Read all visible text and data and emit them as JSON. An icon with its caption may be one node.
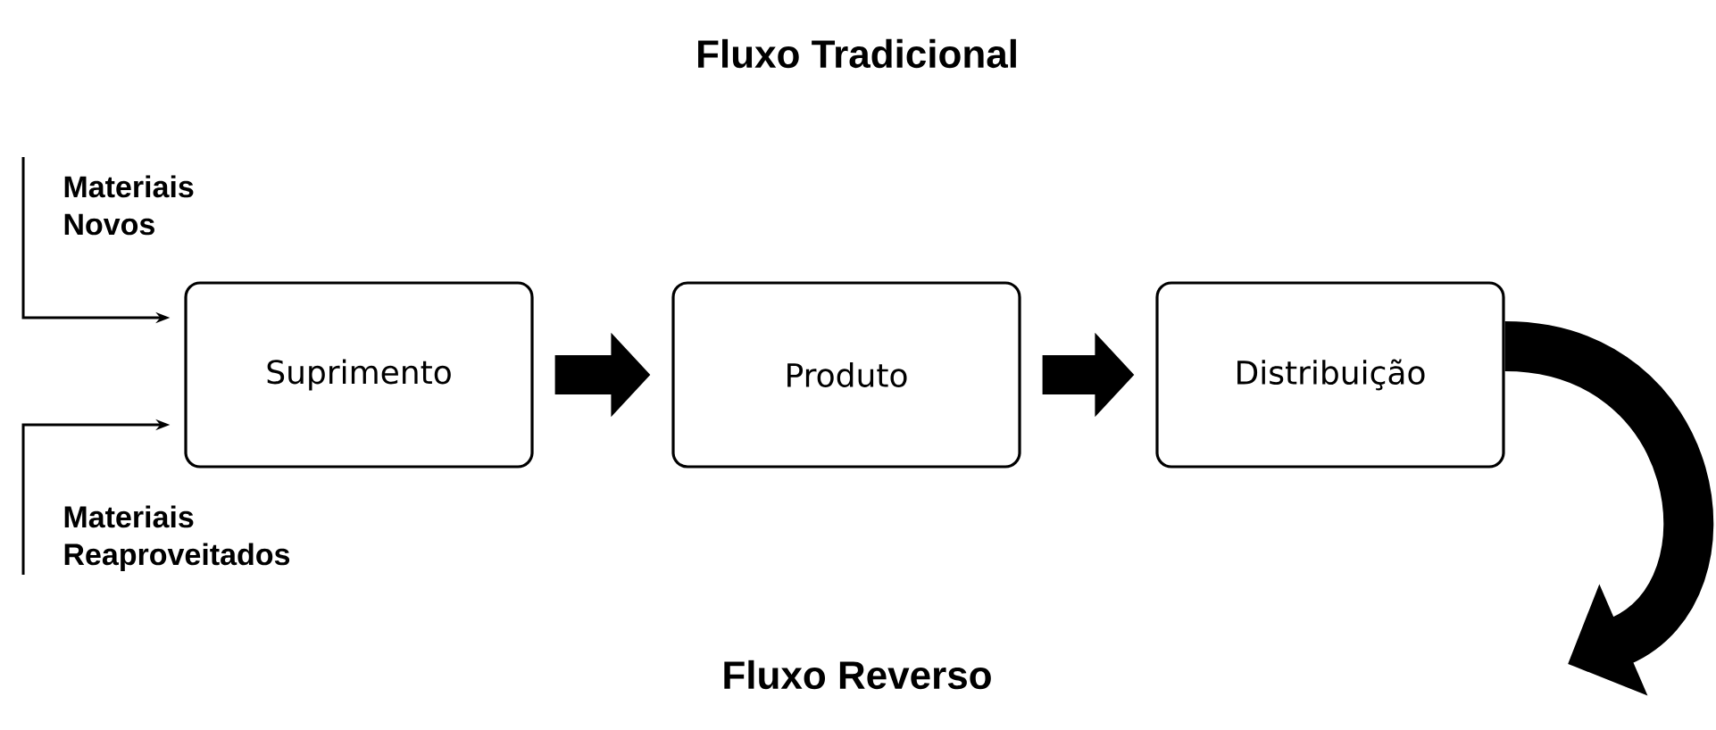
{
  "diagram": {
    "title": "Fluxo Tradicional",
    "nodes": [
      {
        "text": [
          "Suprimento"
        ]
      },
      {
        "text": [
          "Produto"
        ]
      },
      {
        "text": [
          "Distribuição"
        ]
      }
    ],
    "edges": [
      {
        "from": 0,
        "to": 1,
        "arrow": "to"
      },
      {
        "from": 1,
        "to": 2,
        "arrow": "to"
      },
      {
        "from": 2,
        "to": null,
        "arrow": "to"
      },
      {
        "from": null,
        "to": 0,
        "arrow": "to"
      },
      {
        "from": null,
        "to": 0,
        "arrow": "to"
      }
    ],
    "labels": [
      "Materiais Novos",
      "Materiais Reaproveitados",
      "Fluxo Reverso"
    ]
  }
}
